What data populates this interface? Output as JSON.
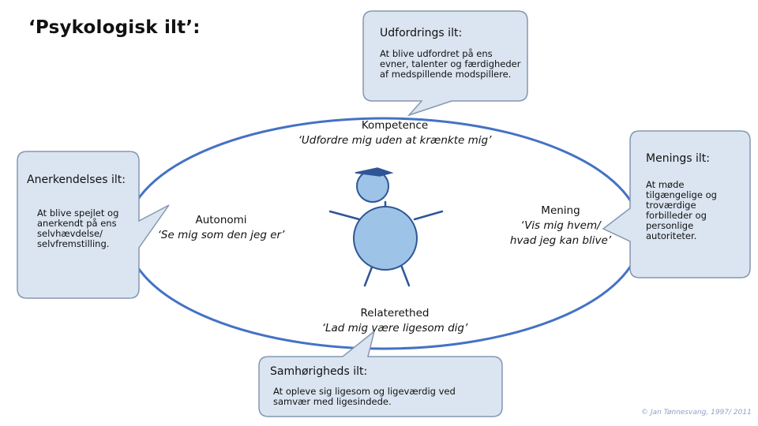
{
  "title": "‘Psykologisk ilt’:",
  "callouts": {
    "udfordring": {
      "heading": "Udfordrings ilt:",
      "body": "At blive udfordret på ens evner, talenter og færdigheder af medspillende modspillere."
    },
    "anerkendelse": {
      "heading": "Anerkendelses ilt:",
      "body": "At blive spejlet og anerkendt på ens selvhævdelse/ selvfremstilling."
    },
    "mening": {
      "heading": "Menings ilt:",
      "body": "At møde tilgængelige og troværdige forbilleder og personlige autoriteter."
    },
    "samhoerighed": {
      "heading": "Samhørigheds ilt:",
      "body": "At opleve sig ligesom og ligeværdig ved samvær med ligesindede."
    }
  },
  "nodes": {
    "kompetence": {
      "label": "Kompetence",
      "quote": "‘Udfordre mig uden at krænkte mig’"
    },
    "autonomi": {
      "label": "Autonomi",
      "quote": "‘Se mig som den jeg er’"
    },
    "mening": {
      "label": "Mening",
      "quote_line1": "‘Vis mig hvem/",
      "quote_line2": "hvad jeg kan blive’"
    },
    "relaterethed": {
      "label": "Relaterethed",
      "quote": "‘Lad mig være ligesom dig’"
    }
  },
  "credit": "© Jan Tønnesvang, 1997/ 2011",
  "colors": {
    "callout_fill": "#dbe5f1",
    "callout_stroke": "#8497b0",
    "ellipse_stroke": "#4472c4",
    "figure_fill": "#9dc3e6",
    "figure_stroke": "#2f5597"
  }
}
